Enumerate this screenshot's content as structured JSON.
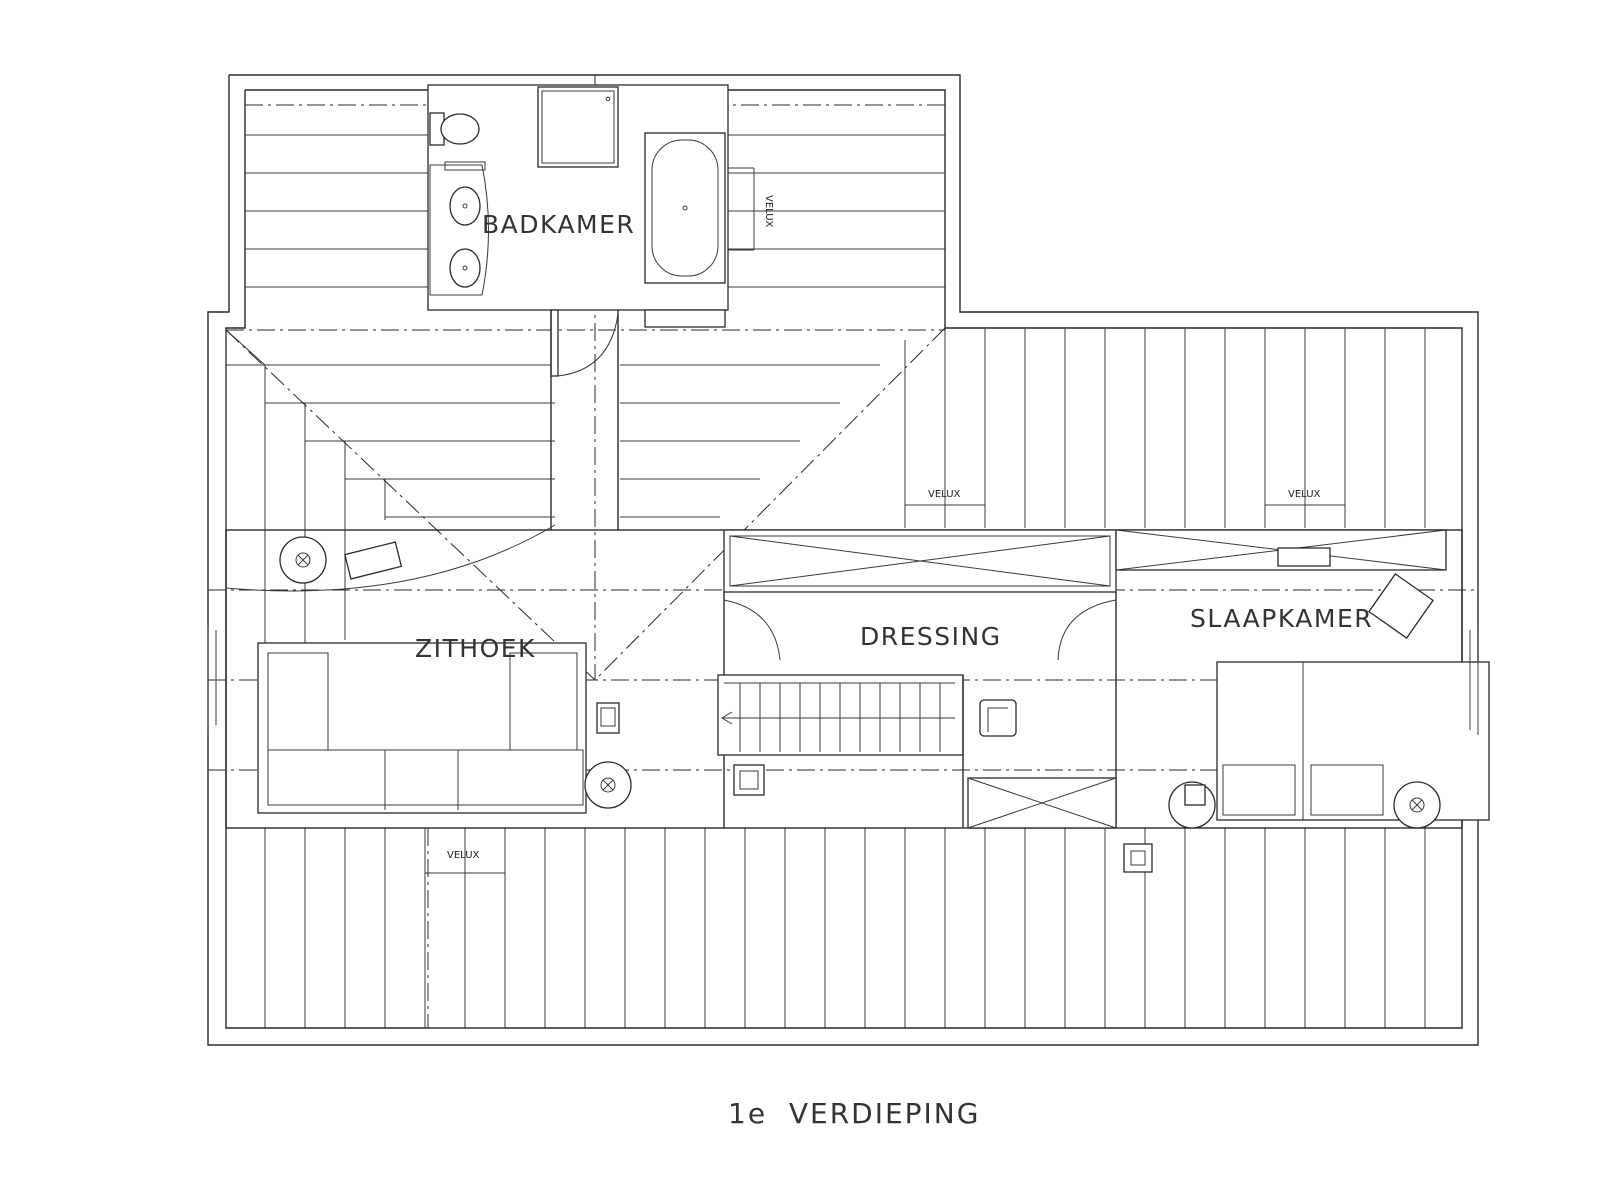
{
  "drawing": {
    "title": "1e  VERDIEPING",
    "rooms": {
      "badkamer": "BADKAMER",
      "zithoek": "ZITHOEK",
      "dressing": "DRESSING",
      "slaapkamer": "SLAAPKAMER"
    },
    "skylights": {
      "bathroom": "VELUX",
      "dressing_roof": "VELUX",
      "bedroom_roof": "VELUX",
      "south_roof": "VELUX"
    }
  }
}
